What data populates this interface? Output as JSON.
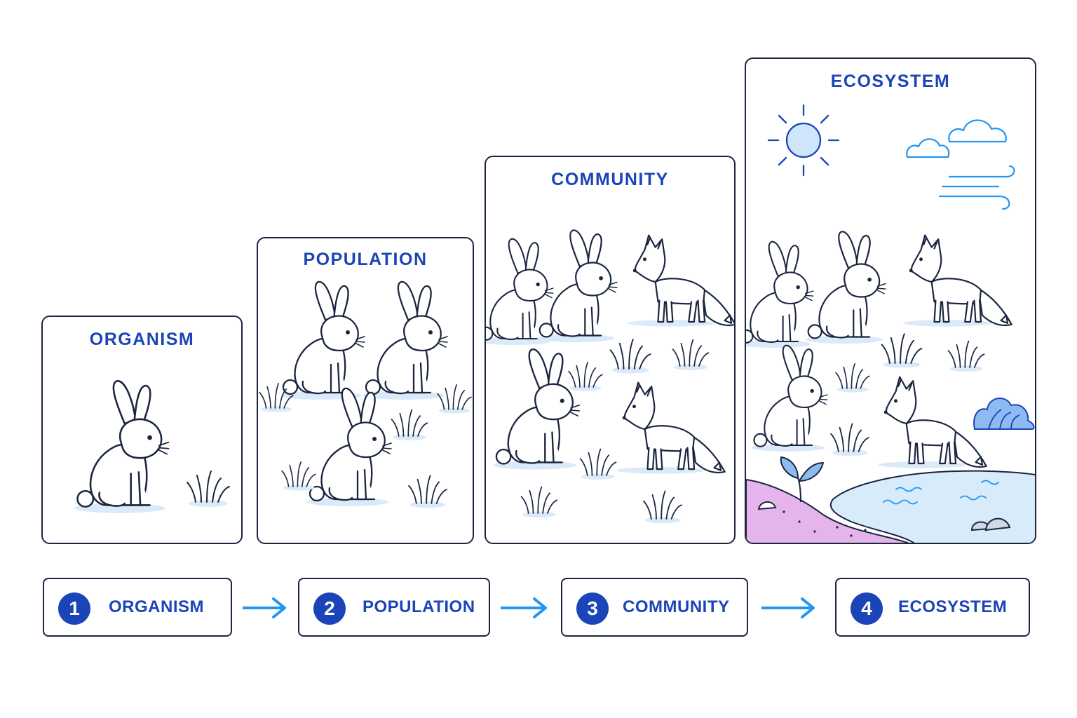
{
  "panels": [
    {
      "title": "ORGANISM"
    },
    {
      "title": "POPULATION"
    },
    {
      "title": "COMMUNITY"
    },
    {
      "title": "ECOSYSTEM"
    }
  ],
  "steps": [
    {
      "number": "1",
      "label": "ORGANISM"
    },
    {
      "number": "2",
      "label": "POPULATION"
    },
    {
      "number": "3",
      "label": "COMMUNITY"
    },
    {
      "number": "4",
      "label": "ECOSYSTEM"
    }
  ],
  "colors": {
    "accent": "#1a44b8",
    "outline": "#1b2540",
    "arrow": "#2196f3",
    "water": "#d7ebfb",
    "soil": "#e4b4ea",
    "shadow": "#dbeaf8",
    "sun": "#cfe5fb"
  },
  "icons": [
    "rabbit-icon",
    "fox-icon",
    "grass-icon",
    "sun-icon",
    "cloud-icon",
    "wind-icon",
    "bush-icon",
    "plant-icon",
    "pond-icon",
    "rock-icon",
    "arrow-right-icon"
  ]
}
